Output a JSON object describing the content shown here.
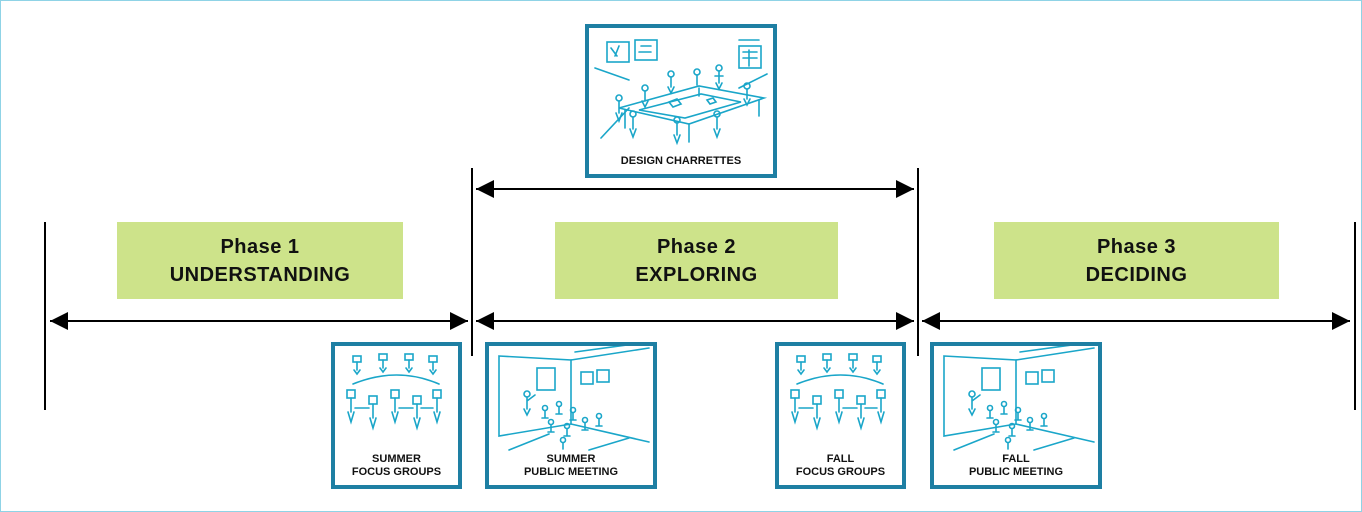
{
  "phases": [
    {
      "number": "Phase 1",
      "name": "UNDERSTANDING"
    },
    {
      "number": "Phase 2",
      "name": "EXPLORING"
    },
    {
      "number": "Phase 3",
      "name": "DECIDING"
    }
  ],
  "events": {
    "design_charrettes": {
      "line1": "DESIGN CHARRETTES",
      "icon": "workshop-sketch-icon"
    },
    "summer_focus_groups": {
      "line1": "SUMMER",
      "line2": "FOCUS GROUPS",
      "icon": "focus-group-sketch-icon"
    },
    "summer_public_meeting": {
      "line1": "SUMMER",
      "line2": "PUBLIC MEETING",
      "icon": "public-meeting-sketch-icon"
    },
    "fall_focus_groups": {
      "line1": "FALL",
      "line2": "FOCUS GROUPS",
      "icon": "focus-group-sketch-icon"
    },
    "fall_public_meeting": {
      "line1": "FALL",
      "line2": "PUBLIC MEETING",
      "icon": "public-meeting-sketch-icon"
    }
  },
  "colors": {
    "phase_box": "#cde38a",
    "card_border": "#1e7fa3",
    "sketch": "#1aa6c9",
    "page_border": "#8fd3e6",
    "line": "#000000"
  }
}
